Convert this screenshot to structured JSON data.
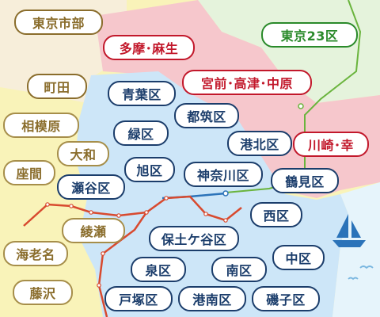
{
  "colors": {
    "yokohama_area": "#cde6f8",
    "kawasaki_area": "#f6c7cc",
    "tokyo_area": "#e5f3dc",
    "outer_area": "#f9f3b9",
    "ward_border": "#1b3d6b",
    "kawasaki_border": "#c2182b",
    "tokyo_border": "#2a8a2a",
    "outer_border": "#8a6d2c",
    "rail_red": "#d84a2f",
    "rail_blue": "#2b73b9",
    "rail_green": "#6ab43d"
  },
  "labels": {
    "tokyo_shibu": "東京市部",
    "tama_asao": "多摩･麻生",
    "tokyo_23ku": "東京23区",
    "machida": "町田",
    "miyamae": "宮前･高津･中原",
    "sagamihara": "相模原",
    "kawasaki_saiwai": "川崎･幸",
    "yamato": "大和",
    "zama": "座間",
    "ebina": "海老名",
    "ayase": "綾瀬",
    "fujisawa": "藤沢",
    "aoba": "青葉区",
    "tsuzuki": "都筑区",
    "midori": "緑区",
    "kohoku": "港北区",
    "asahi": "旭区",
    "kanagawa": "神奈川区",
    "tsurumi": "鶴見区",
    "seya": "瀬谷区",
    "nishi": "西区",
    "hodogaya": "保土ケ谷区",
    "naka": "中区",
    "izumi": "泉区",
    "minami": "南区",
    "totsuka": "戸塚区",
    "konan": "港南区",
    "isogo": "磯子区"
  },
  "icons": {
    "sailboat": "sailboat-icon",
    "seagulls": "seagull-icon"
  }
}
